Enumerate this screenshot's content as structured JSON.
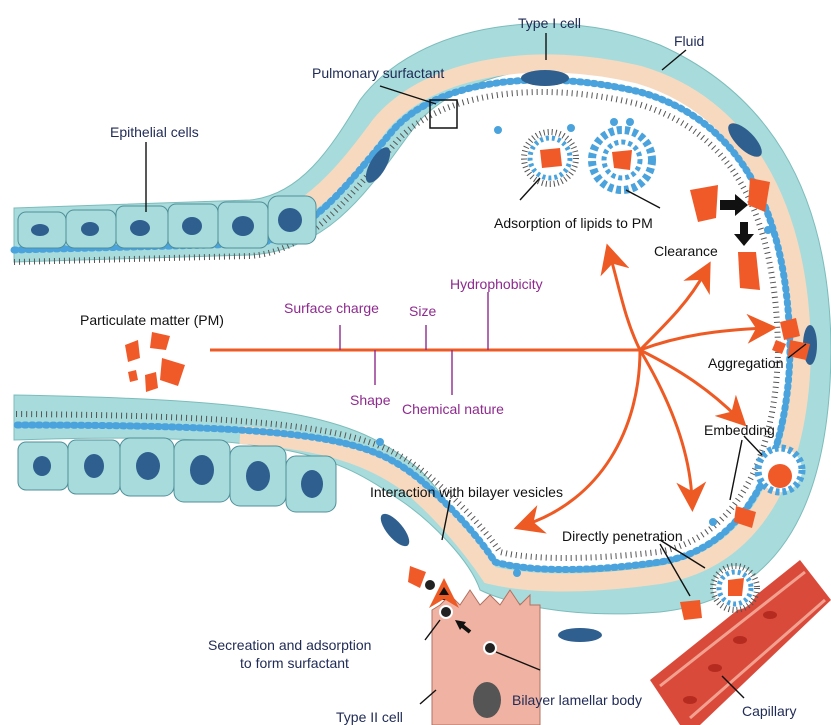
{
  "labels": {
    "type_i_cell": "Type I cell",
    "fluid": "Fluid",
    "pulmonary_surfactant": "Pulmonary surfactant",
    "epithelial_cells": "Epithelial cells",
    "adsorption_of_lipids": "Adsorption of lipids to PM",
    "clearance": "Clearance",
    "hydrophobicity": "Hydrophobicity",
    "surface_charge": "Surface charge",
    "size": "Size",
    "particulate_matter": "Particulate matter (PM)",
    "aggregation": "Aggregation",
    "shape": "Shape",
    "chemical_nature": "Chemical nature",
    "embedding": "Embedding",
    "interaction_bilayer": "Interaction with bilayer vesicles",
    "directly_penetration": "Directly penetration",
    "secretion_line1": "Secreation and adsorption",
    "secretion_line2": "to form surfactant",
    "bilayer_lamellar_body": "Bilayer lamellar body",
    "capillary": "Capillary",
    "type_ii_cell": "Type II cell"
  },
  "colors": {
    "membrane_teal": "#a8dbdb",
    "fluid_peach": "#f6d9bf",
    "surfactant_blue": "#4aa3dc",
    "nucleus": "#2f5f8f",
    "particle_orange": "#f05a28",
    "arrow_orange": "#ee5a24",
    "label_dark": "#1f2a55",
    "label_purple": "#8e2a8e",
    "type_ii_cell": "#f0b3a3",
    "capillary": "#d94a3a"
  }
}
